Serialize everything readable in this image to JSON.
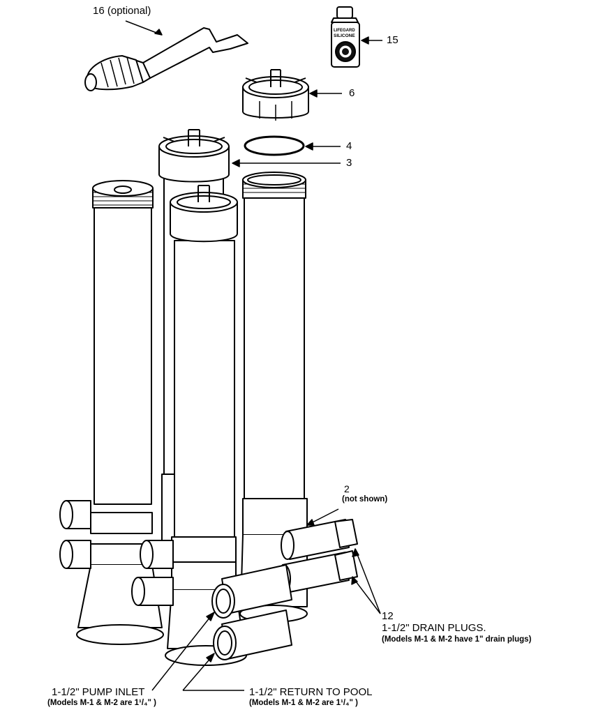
{
  "callouts": {
    "part16": "16 (optional)",
    "part15": "15",
    "part6": "6",
    "part4": "4",
    "part3": "3",
    "part2": "2",
    "part2_note": "(not shown)",
    "part12": "12",
    "drain_plugs": "1-1/2\" DRAIN PLUGS.",
    "drain_plugs_note": "(Models M-1 & M-2 have 1\" drain plugs)",
    "pump_inlet": "1-1/2\" PUMP INLET",
    "pump_inlet_note": "(Models M-1 & M-2 are 1¹/₄\" )",
    "return_to_pool": "1-1/2\" RETURN TO POOL",
    "return_to_pool_note": "(Models M-1 & M-2 are 1¹/₄\" )"
  },
  "bottle_label": {
    "line1": "LIFEGARD",
    "line2": "SILICONE"
  }
}
